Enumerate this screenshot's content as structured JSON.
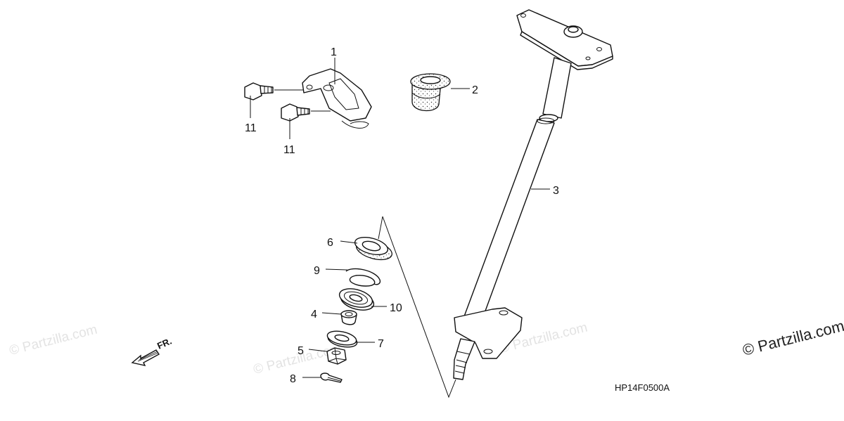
{
  "diagram_code": "HP14F0500A",
  "direction_label": "FR.",
  "watermark": {
    "main": "© Partzilla.com",
    "faint": [
      "© Partzilla.com",
      "© Partzilla.com",
      "© Partzilla.com"
    ]
  },
  "callouts": [
    {
      "id": "c1",
      "number": "1"
    },
    {
      "id": "c2",
      "number": "2"
    },
    {
      "id": "c3",
      "number": "3"
    },
    {
      "id": "c4",
      "number": "4"
    },
    {
      "id": "c5",
      "number": "5"
    },
    {
      "id": "c6",
      "number": "6"
    },
    {
      "id": "c7",
      "number": "7"
    },
    {
      "id": "c8",
      "number": "8"
    },
    {
      "id": "c9",
      "number": "9"
    },
    {
      "id": "c10",
      "number": "10"
    },
    {
      "id": "c11a",
      "number": "11"
    },
    {
      "id": "c11b",
      "number": "11"
    }
  ]
}
